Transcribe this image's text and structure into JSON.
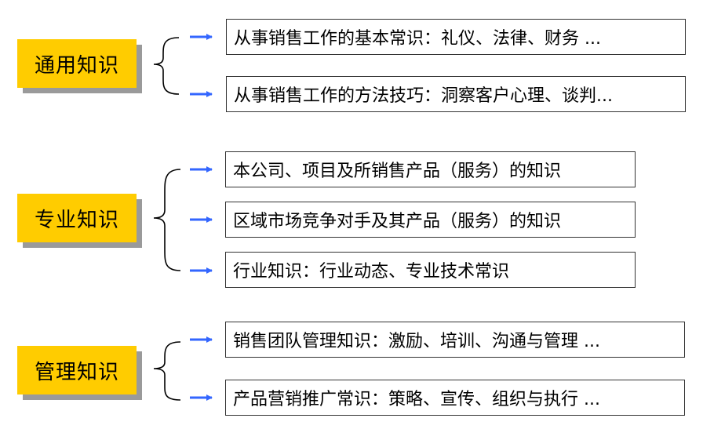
{
  "groups": [
    {
      "label": "通用知识",
      "items": [
        "从事销售工作的基本常识：礼仪、法律、财务 ...",
        "从事销售工作的方法技巧：洞察客户心理、谈判..."
      ]
    },
    {
      "label": "专业知识",
      "items": [
        "本公司、项目及所销售产品（服务）的知识",
        "区域市场竞争对手及其产品（服务）的知识",
        " 行业知识：行业动态、专业技术常识"
      ]
    },
    {
      "label": "管理知识",
      "items": [
        "销售团队管理知识：激励、培训、沟通与管理 ...",
        "产品营销推广常识：策略、宣传、组织与执行 ..."
      ]
    }
  ],
  "colors": {
    "category_fill": "#FFCC00",
    "shadow": "#9a9a9a",
    "arrow": "#3366FF",
    "bracket": "#000000"
  }
}
